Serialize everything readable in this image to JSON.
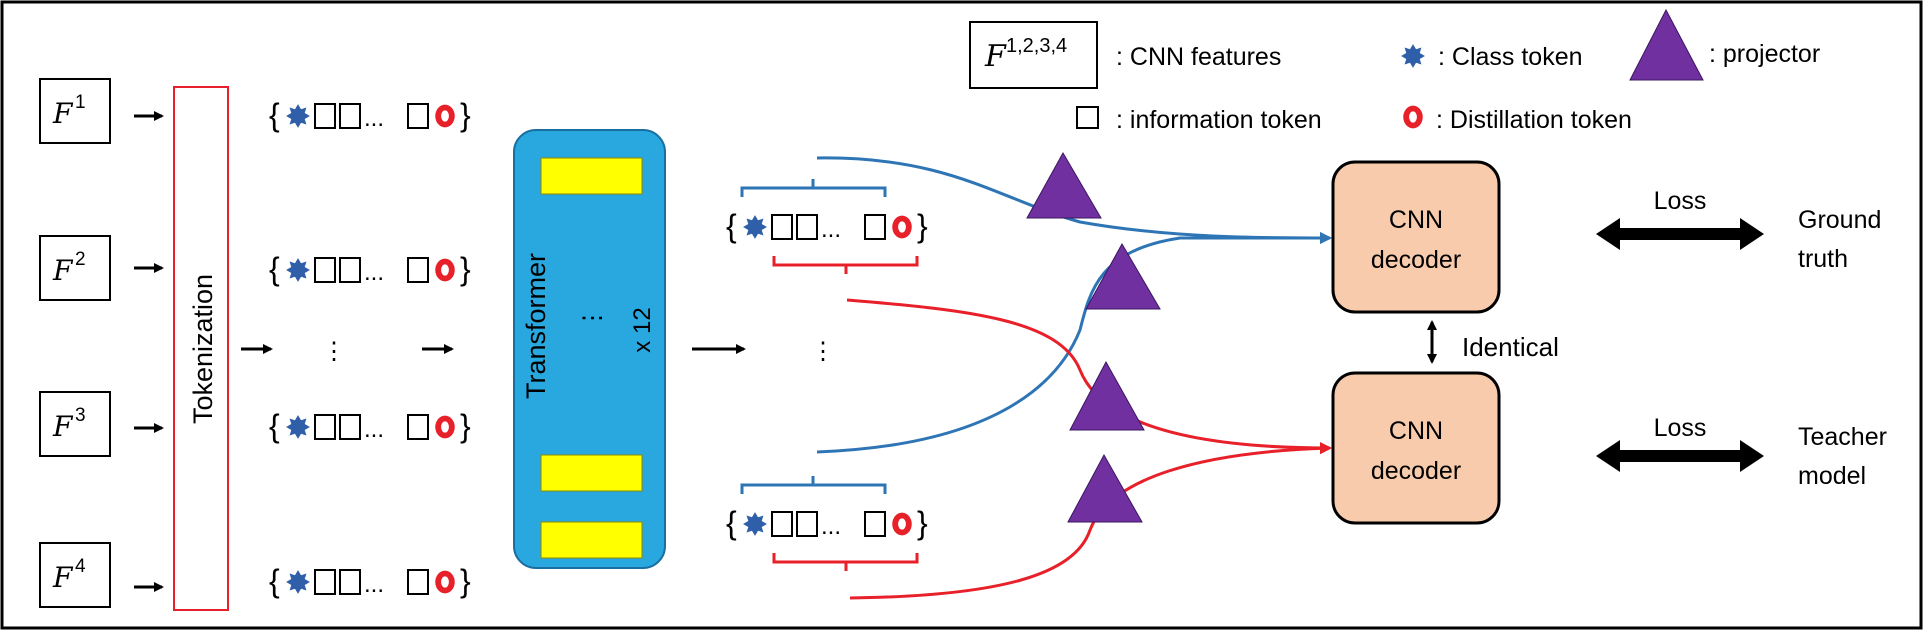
{
  "legend": {
    "features_symbol": "F",
    "features_superscript": "1,2,3,4",
    "features_label": ": CNN features",
    "class_token_label": ": Class token",
    "projector_label": ": projector",
    "info_token_label": ": information token",
    "distill_token_label": ": Distillation token"
  },
  "inputs": [
    {
      "symbol": "F",
      "sup": "1"
    },
    {
      "symbol": "F",
      "sup": "2"
    },
    {
      "symbol": "F",
      "sup": "3"
    },
    {
      "symbol": "F",
      "sup": "4"
    }
  ],
  "tokenization_label": "Tokenization",
  "transformer_label": "Transformer",
  "transformer_repeat": "x 12",
  "vertical_ellipsis": "⋮",
  "token_sequence": {
    "open": "{",
    "ellipsis": "...",
    "close": "}"
  },
  "decoders": [
    {
      "line1": "CNN",
      "line2": "decoder"
    },
    {
      "line1": "CNN",
      "line2": "decoder"
    }
  ],
  "identical_label": "Identical",
  "losses": [
    {
      "label": "Loss",
      "target_line1": "Ground",
      "target_line2": "truth"
    },
    {
      "label": "Loss",
      "target_line1": "Teacher",
      "target_line2": "model"
    }
  ],
  "colors": {
    "blue_line": "#2e75b6",
    "red_line": "#e8202a",
    "projector": "#7030a0",
    "transformer_fill": "#29a8e0",
    "transformer_block": "#ffff00",
    "decoder_fill": "#f8cbad",
    "class_token": "#2e5fa8",
    "distill_token": "#e8202a",
    "tokenization_border": "#e8202a"
  }
}
